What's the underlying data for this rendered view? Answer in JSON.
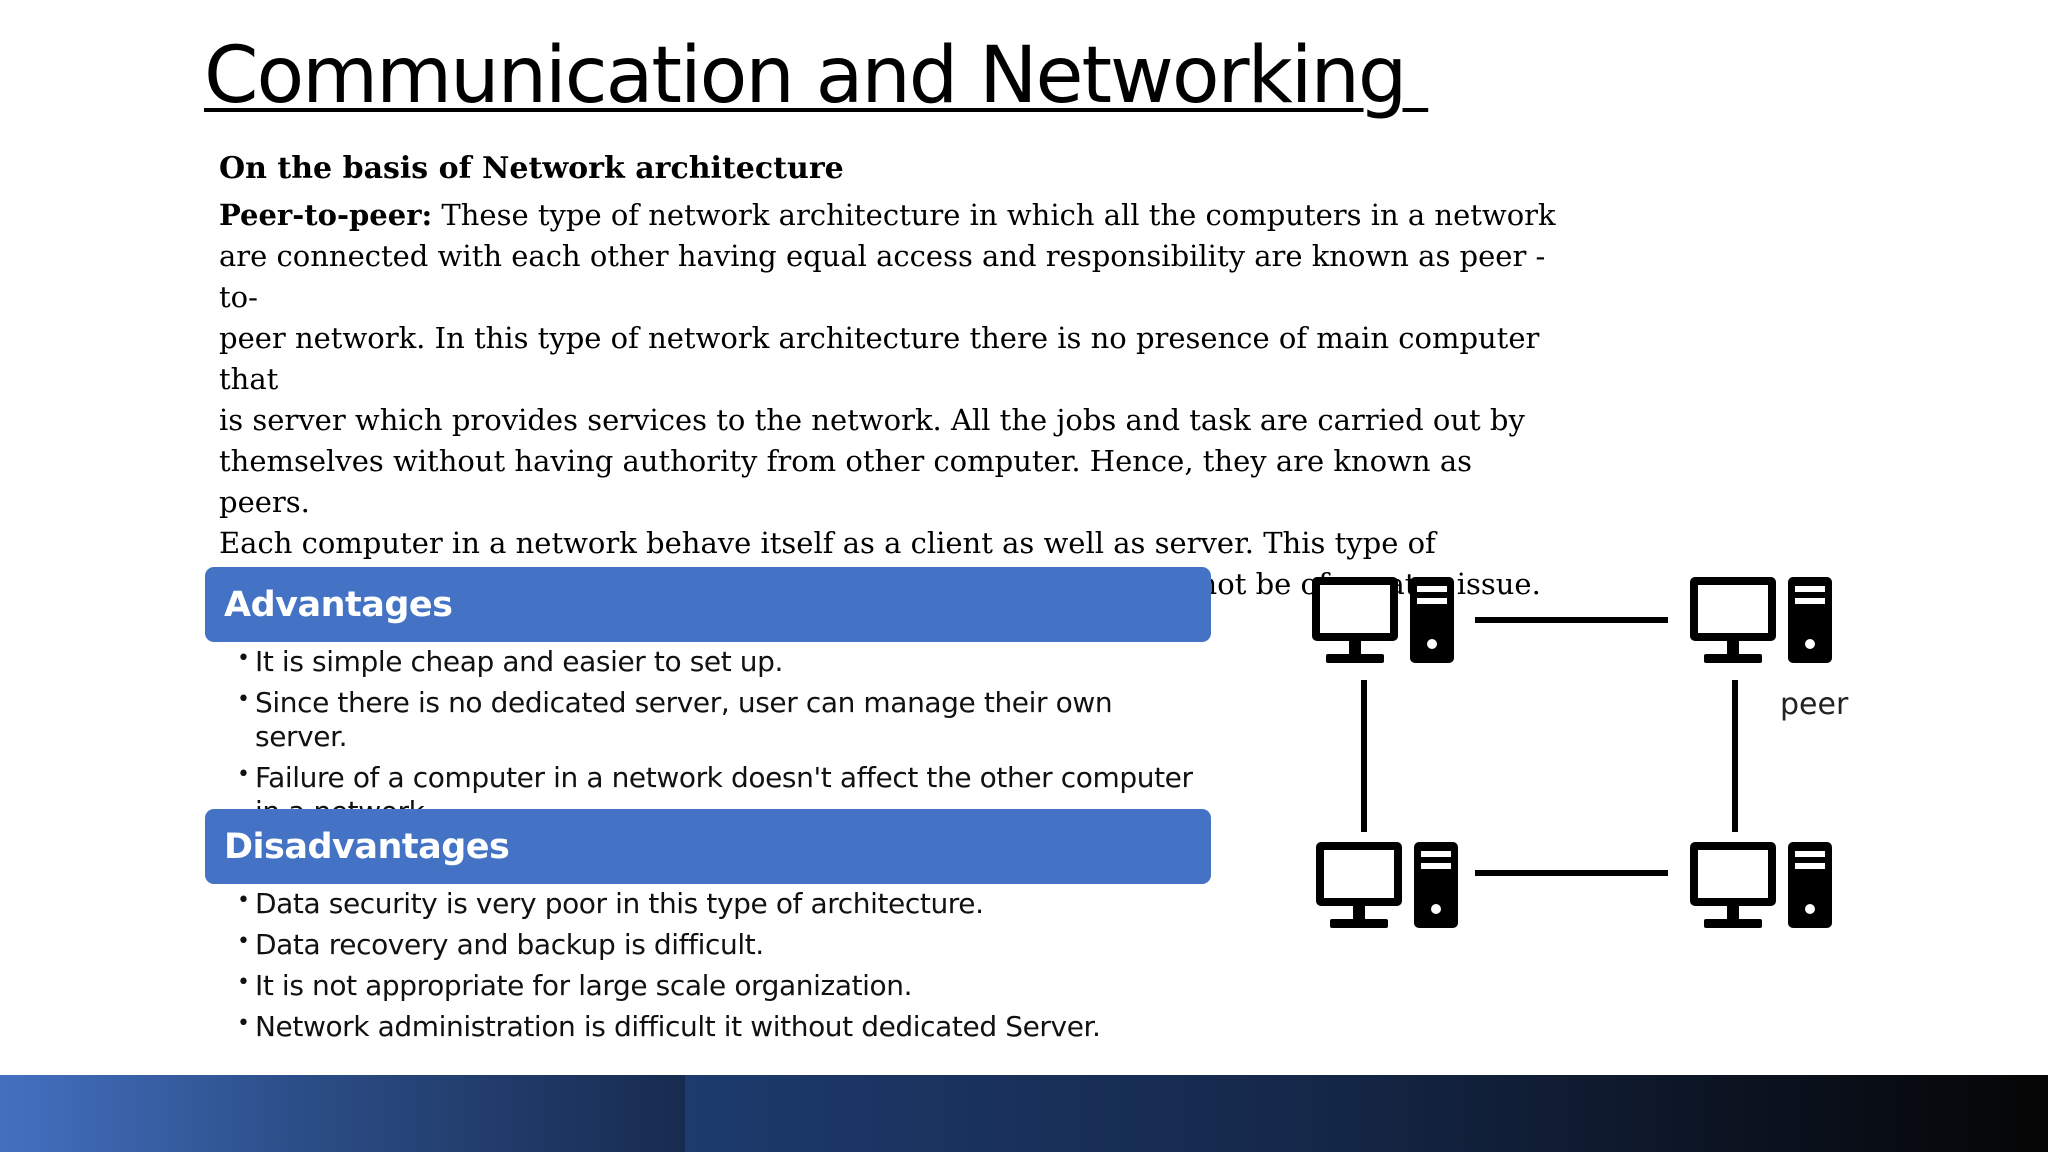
{
  "slide": {
    "title": "Communication and Networking ",
    "subheading": "On the basis of Network architecture",
    "paragraph_lead": "Peer-to-peer:",
    "paragraph_body": " These type of network architecture in which all the computers in a network\nare connected with each other having equal access  and responsibility are known as peer -to-\npeer network. In this type of network architecture there is no presence of main computer that\nis server which provides services  to the network. All the jobs and task are carried out by\nthemselves without having authority from other computer. Hence, they are known as peers.\nEach computer in a network behave itself as a client as well as server. This type of\narchitecture can be used to small work group where security may not be of greater issue."
  },
  "advantages": {
    "heading": "Advantages",
    "items": [
      "It is simple cheap and easier to set up.",
      "Since there is no dedicated server, user can manage their own server.",
      "Failure of a computer in a network doesn't affect the other computer in a network."
    ]
  },
  "disadvantages": {
    "heading": "Disadvantages",
    "items": [
      "Data security is very poor in this type of architecture.",
      "Data recovery and backup is difficult.",
      "It is not appropriate for large scale organization.",
      "Network administration is difficult it without dedicated Server."
    ]
  },
  "diagram": {
    "peer_label": "peer",
    "node_icon": "desktop-computer-icon"
  },
  "colors": {
    "section_bar": "#4472c4",
    "footer_dark": "#050505",
    "footer_blue": "#4470c0"
  }
}
